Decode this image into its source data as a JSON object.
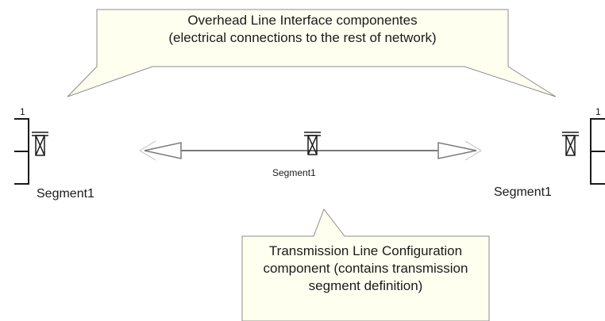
{
  "callouts": {
    "top": {
      "line1": "Overhead Line Interface componentes",
      "line2": "(electrical connections to the rest of network)"
    },
    "bottom": {
      "line1": "Transmission Line Configuration",
      "line2": "component (contains transmission",
      "line3": "segment definition)"
    }
  },
  "components": {
    "left_interface": {
      "label": "Segment1",
      "port": "1"
    },
    "configuration": {
      "label": "Segment1"
    },
    "right_interface": {
      "label": "Segment1",
      "port": "1"
    }
  },
  "colors": {
    "callout_fill": "#fffff0",
    "callout_border": "#8c8c8c",
    "line": "#7a7a7a",
    "ink": "#1a1a1a"
  }
}
